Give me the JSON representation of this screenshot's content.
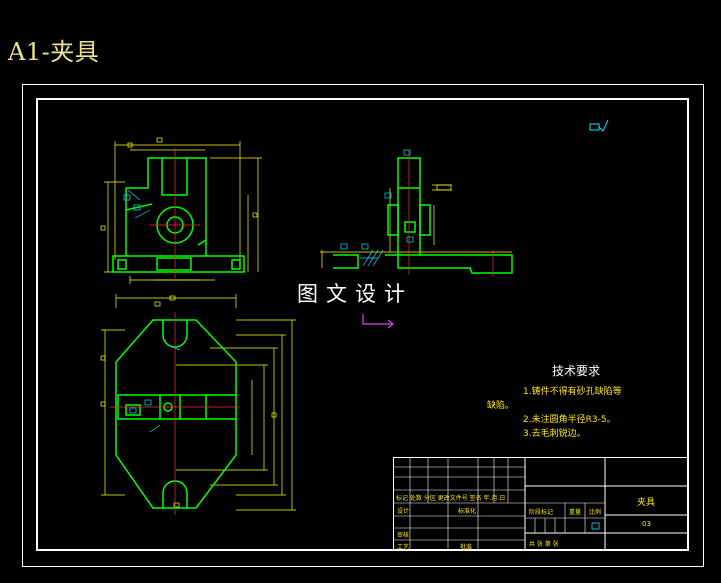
{
  "page": {
    "title": "A1-夹具"
  },
  "watermark": "图文设计",
  "technical_requirements": {
    "heading": "技术要求",
    "item_1a": "1.铸件不得有砂孔缺陷等",
    "item_1b": "缺陷。",
    "item_2": "2.未注圆角半径R3-5。",
    "item_3": "3.去毛刺锐边。"
  },
  "title_block": {
    "part_name": "夹具",
    "drawing_number": "03",
    "row_header": "标记 处数 分区 更改文件号 签名 年.月.日",
    "designer": "设计",
    "standardization": "标准化",
    "review": "审核",
    "process": "工艺",
    "approve": "批准",
    "stage_mark": "阶段标记",
    "weight": "重量",
    "scale": "比例",
    "sheet_info": "共 张 第 张"
  },
  "colors": {
    "frame": "#ffffff",
    "outline": "#00ff00",
    "dimension": "#ffff00",
    "centerline": "#ff2a2a",
    "leader": "#00e5ff",
    "arrow": "#e040fb"
  },
  "icons": {
    "roughness_symbol": "surface-roughness-icon",
    "direction_arrow": "direction-arrow-icon"
  }
}
